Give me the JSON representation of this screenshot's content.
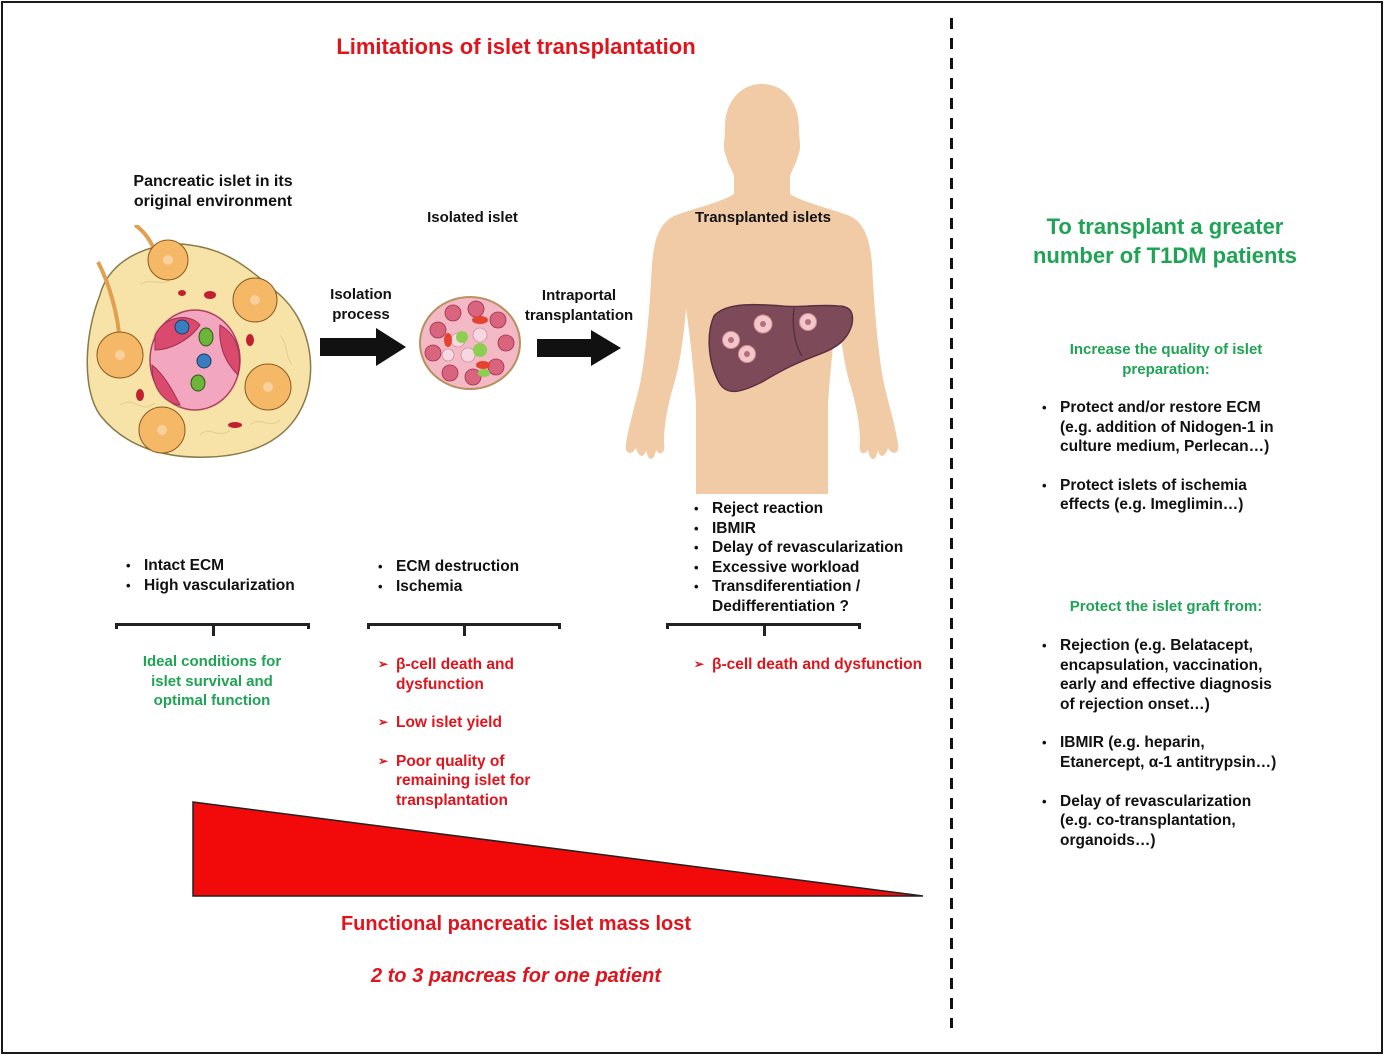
{
  "title": "Limitations of islet transplantation",
  "colors": {
    "red": "#e0141c",
    "green": "#1fa355",
    "black": "#111111",
    "skin": "#f0cba6",
    "liver": "#7d4a5a",
    "tissue": "#f7e3a8"
  },
  "stages": [
    {
      "label": "Pancreatic islet in its original environment",
      "label_lines": [
        "Pancreatic islet in its",
        "original environment"
      ],
      "conditions": [
        "Intact ECM",
        "High vascularization"
      ],
      "outcome_lines": [
        "Ideal conditions for",
        "islet survival and",
        "optimal function"
      ],
      "illustration": "pancreatic-islet-tissue"
    },
    {
      "label": "Isolated islet",
      "conditions": [
        "ECM destruction",
        "Ischemia"
      ],
      "outcomes": [
        {
          "lines": [
            "β-cell death and",
            "dysfunction"
          ]
        },
        {
          "lines": [
            "Low islet yield"
          ]
        },
        {
          "lines": [
            "Poor quality of",
            "remaining islet for",
            "transplantation"
          ]
        }
      ],
      "illustration": "isolated-islet"
    },
    {
      "label": "Transplanted islets",
      "conditions": [
        "Reject reaction",
        "IBMIR",
        "Delay of revascularization",
        "Excessive workload",
        "Transdiferentiation /",
        "Dedifferentiation ?"
      ],
      "outcomes": [
        {
          "lines": [
            "β-cell death and dysfunction"
          ]
        }
      ],
      "illustration": "human-body-with-liver"
    }
  ],
  "arrows": [
    {
      "label_lines": [
        "Isolation",
        "process"
      ]
    },
    {
      "label_lines": [
        "Intraportal",
        "transplantation"
      ]
    }
  ],
  "bottom": {
    "mass_lost_label": "Functional pancreatic islet mass lost",
    "pancreas_count": "2 to 3 pancreas for one patient"
  },
  "right_panel": {
    "title_lines": [
      "To transplant a greater",
      "number of T1DM patients"
    ],
    "sections": [
      {
        "heading_lines": [
          "Increase the quality of islet",
          "preparation:"
        ],
        "items": [
          {
            "lines": [
              "Protect and/or restore ECM",
              "(e.g. addition of Nidogen-1 in",
              "culture medium, Perlecan…)"
            ]
          },
          {
            "lines": [
              "Protect islets of ischemia",
              "effects (e.g. Imeglimin…)"
            ]
          }
        ]
      },
      {
        "heading_lines": [
          "Protect the islet graft from:"
        ],
        "items": [
          {
            "lines": [
              "Rejection (e.g. Belatacept,",
              "encapsulation, vaccination,",
              "early and effective diagnosis",
              "of rejection onset…)"
            ]
          },
          {
            "lines": [
              "IBMIR (e.g. heparin,",
              "Etanercept, α-1 antitrypsin…)"
            ]
          },
          {
            "lines": [
              "Delay of revascularization",
              "(e.g. co-transplantation,",
              "organoids…)"
            ]
          }
        ]
      }
    ]
  }
}
